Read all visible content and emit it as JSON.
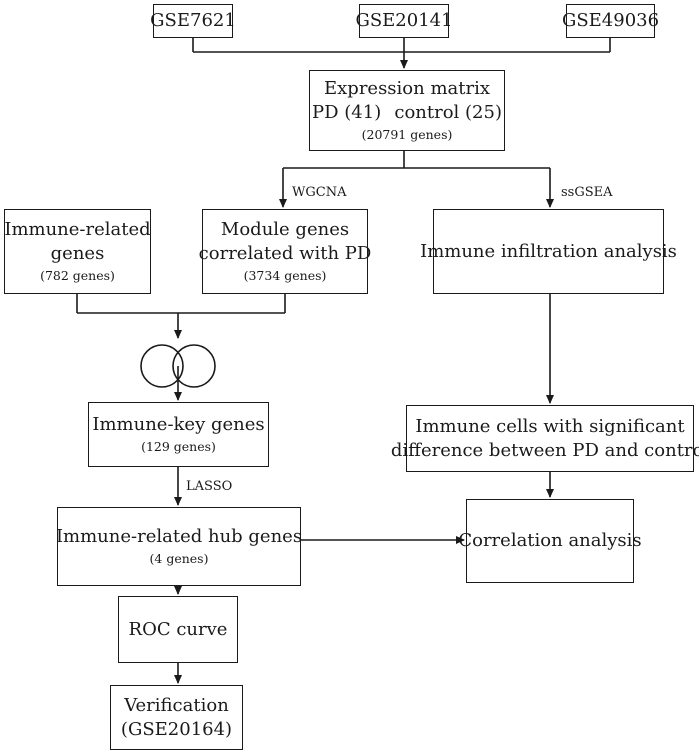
{
  "sources": [
    "GSE7621",
    "GSE20141",
    "GSE49036"
  ],
  "expression": {
    "title": "Expression matrix",
    "pd": "PD (41)",
    "control": "control (25)",
    "genes": "(20791 genes)"
  },
  "edges": {
    "wgcna": "WGCNA",
    "ssgsea": "ssGSEA",
    "lasso": "LASSO"
  },
  "immune_related": {
    "line1": "Immune-related",
    "line2": "genes",
    "genes": "(782 genes)"
  },
  "module_genes": {
    "line1": "Module genes",
    "line2": "correlated with PD",
    "genes": "(3734 genes)"
  },
  "infiltration": {
    "title": "Immune infiltration analysis"
  },
  "immune_key": {
    "title": "Immune-key genes",
    "genes": "(129 genes)"
  },
  "immune_cells": {
    "line1": "Immune cells with significant",
    "line2": "difference between PD and control"
  },
  "hub_genes": {
    "title": "Immune-related hub genes",
    "genes": "(4 genes)"
  },
  "correlation": {
    "title": "Correlation analysis"
  },
  "roc": {
    "title": "ROC curve"
  },
  "verification": {
    "line1": "Verification",
    "line2": "(GSE20164)"
  }
}
